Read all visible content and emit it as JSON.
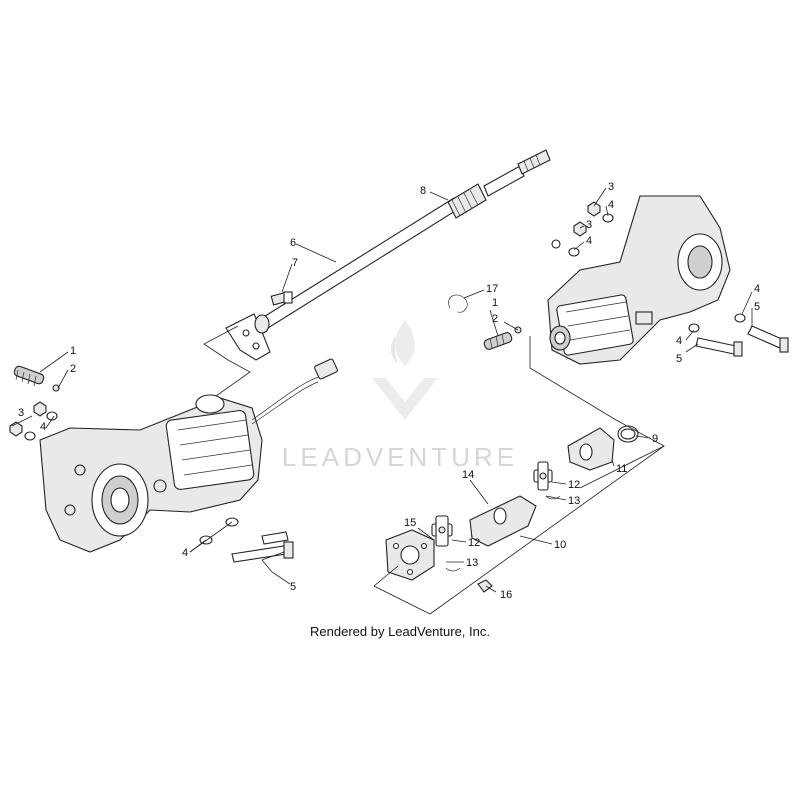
{
  "watermark": {
    "text": "LEADVENTURE"
  },
  "credit": "Rendered by LeadVenture, Inc.",
  "callouts": [
    {
      "id": "c1a",
      "label": "1"
    },
    {
      "id": "c2a",
      "label": "2"
    },
    {
      "id": "c3a",
      "label": "3"
    },
    {
      "id": "c4a",
      "label": "4"
    },
    {
      "id": "c4b",
      "label": "4"
    },
    {
      "id": "c5a",
      "label": "5"
    },
    {
      "id": "c6",
      "label": "6"
    },
    {
      "id": "c7",
      "label": "7"
    },
    {
      "id": "c8",
      "label": "8"
    },
    {
      "id": "c3b",
      "label": "3"
    },
    {
      "id": "c4c",
      "label": "4"
    },
    {
      "id": "c3c",
      "label": "3"
    },
    {
      "id": "c4d",
      "label": "4"
    },
    {
      "id": "c17",
      "label": "17"
    },
    {
      "id": "c1b",
      "label": "1"
    },
    {
      "id": "c2b",
      "label": "2"
    },
    {
      "id": "c4e",
      "label": "4"
    },
    {
      "id": "c5b",
      "label": "5"
    },
    {
      "id": "c4f",
      "label": "4"
    },
    {
      "id": "c5c",
      "label": "5"
    },
    {
      "id": "c9",
      "label": "9"
    },
    {
      "id": "c11",
      "label": "11"
    },
    {
      "id": "c14",
      "label": "14"
    },
    {
      "id": "c12a",
      "label": "12"
    },
    {
      "id": "c13a",
      "label": "13"
    },
    {
      "id": "c10",
      "label": "10"
    },
    {
      "id": "c15",
      "label": "15"
    },
    {
      "id": "c12b",
      "label": "12"
    },
    {
      "id": "c13b",
      "label": "13"
    },
    {
      "id": "c16",
      "label": "16"
    }
  ]
}
